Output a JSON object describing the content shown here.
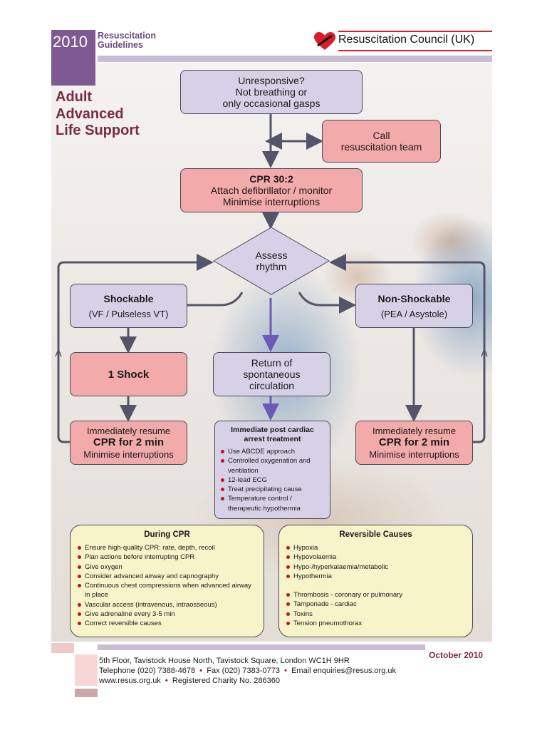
{
  "header": {
    "year": "2010",
    "guidelines_line1": "Resuscitation",
    "guidelines_line2": "Guidelines",
    "organisation": "Resuscitation Council (UK)",
    "title_lines": [
      "Adult",
      "Advanced",
      "Life Support"
    ]
  },
  "flow": {
    "unresponsive": [
      "Unresponsive?",
      "Not breathing or",
      "only occasional gasps"
    ],
    "call_team": [
      "Call",
      "resuscitation team"
    ],
    "cpr": {
      "heading": "CPR 30:2",
      "line1": "Attach defibrillator / monitor",
      "line2": "Minimise interruptions"
    },
    "assess": [
      "Assess",
      "rhythm"
    ],
    "shockable": {
      "heading": "Shockable",
      "sub": "(VF / Pulseless VT)"
    },
    "non_shockable": {
      "heading": "Non-Shockable",
      "sub": "(PEA / Asystole)"
    },
    "one_shock": "1 Shock",
    "rosc": [
      "Return of",
      "spontaneous",
      "circulation"
    ],
    "resume_left": {
      "line1": "Immediately resume",
      "heading": "CPR for 2 min",
      "line2": "Minimise interruptions"
    },
    "resume_right": {
      "line1": "Immediately resume",
      "heading": "CPR for 2 min",
      "line2": "Minimise interruptions"
    },
    "post_arrest": {
      "heading_line1": "Immediate post cardiac",
      "heading_line2": "arrest treatment",
      "items": [
        "Use ABCDE approach",
        "Controlled oxygenation and ventilation",
        "12-lead ECG",
        "Treat precipitating cause",
        "Temperature control / therapeutic hypothermia"
      ]
    }
  },
  "during_cpr": {
    "heading": "During CPR",
    "items": [
      "Ensure high-quality CPR: rate, depth, recoil",
      "Plan actions before interrupting CPR",
      "Give oxygen",
      "Consider advanced airway and capnography",
      "Continuous chest compressions when advanced airway in place",
      "Vascular access (intravenous, intraosseous)",
      "Give adrenaline every 3-5 min",
      "Correct reversible causes"
    ]
  },
  "reversible_causes": {
    "heading": "Reversible Causes",
    "group1": [
      "Hypoxia",
      "Hypovolaemia",
      "Hypo-/hyperkalaemia/metabolic",
      "Hypothermia"
    ],
    "group2": [
      "Thrombosis - coronary or pulmonary",
      "Tamponade - cardiac",
      "Toxins",
      "Tension pneumothorax"
    ]
  },
  "footer": {
    "date": "October 2010",
    "address": "5th Floor, Tavistock House North, Tavistock Square, London WC1H 9HR",
    "telephone": "Telephone (020) 7388-4678",
    "fax": "Fax (020) 7383-0773",
    "email": "Email enquiries@resus.org.uk",
    "website": "www.resus.org.uk",
    "charity": "Registered Charity No. 286360"
  },
  "colors": {
    "purple": "#7d5a92",
    "red": "#d81e2a",
    "pink_box": "#f3aaaa",
    "lavender_box": "#d6d1e6",
    "yellow_box": "#f6f4c8"
  }
}
